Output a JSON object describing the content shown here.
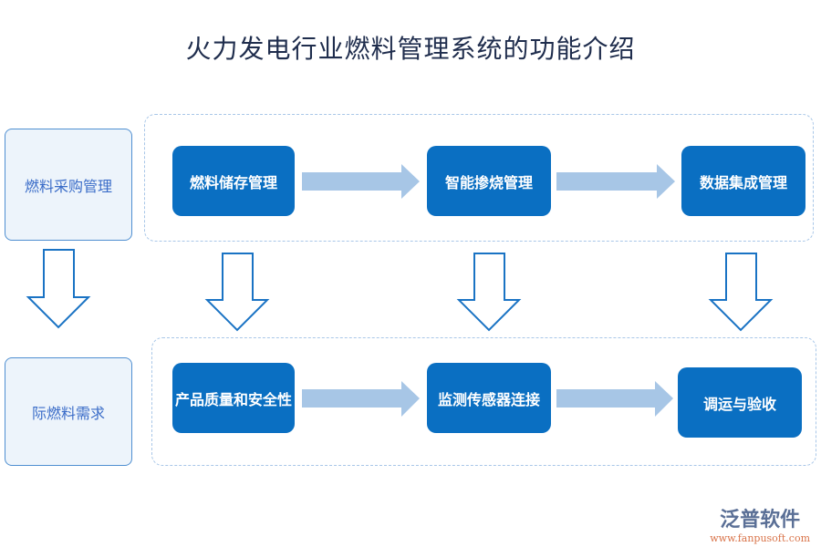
{
  "title": "火力发电行业燃料管理系统的功能介绍",
  "left_labels": [
    "燃料采购管理",
    "际燃料需求"
  ],
  "top_row": [
    "燃料储存管理",
    "智能掺烧管理",
    "数据集成管理"
  ],
  "bottom_row": [
    "产品质量和安全性",
    "监测传感器连接",
    "调运与验收"
  ],
  "logo": {
    "name": "泛普软件",
    "url": "www.fanpusoft.com"
  },
  "colors": {
    "box": "#0a6fc2",
    "arrow_right": "#a7c6e6",
    "arrow_down": "#1a73c4",
    "side_bg": "#edf4fb"
  }
}
